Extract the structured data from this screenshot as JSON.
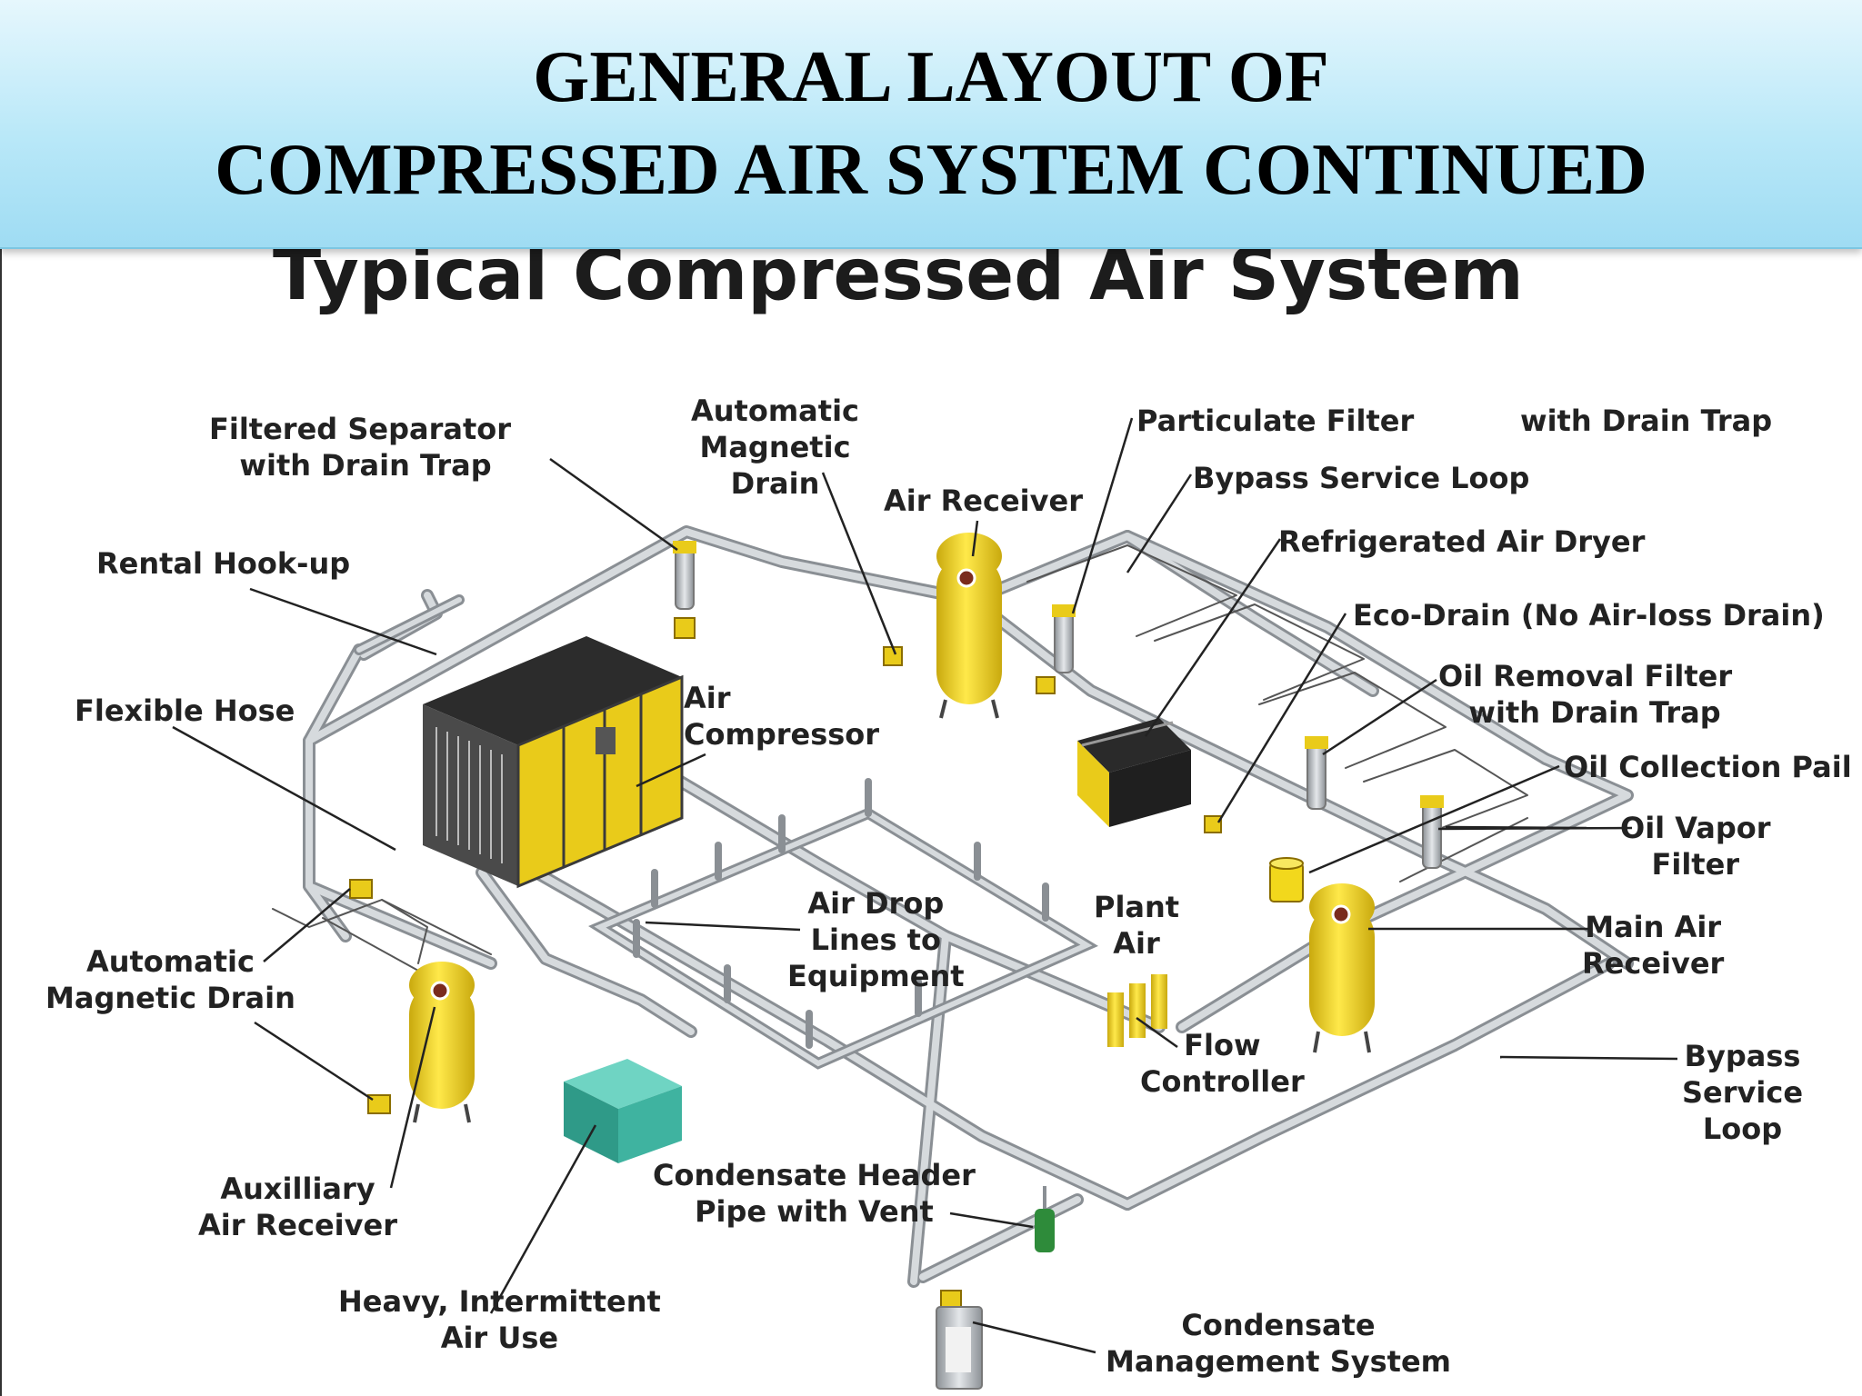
{
  "header": {
    "line1": "GENERAL LAYOUT OF",
    "line2": "COMPRESSED AIR SYSTEM CONTINUED"
  },
  "subtitle": "Typical Compressed Air System",
  "labels": {
    "filtered_separator": "Filtered Separator\n   with Drain Trap",
    "automatic_magnetic_drain_top": "Automatic\nMagnetic\nDrain",
    "air_receiver": "Air Receiver",
    "particulate_filter": "Particulate Filter",
    "with_drain_trap": "with Drain Trap",
    "bypass_service_loop_top": "Bypass Service Loop",
    "refrigerated_air_dryer": "Refrigerated Air Dryer",
    "eco_drain": "Eco-Drain (No Air-loss Drain)",
    "oil_removal_filter": "Oil Removal Filter\n   with Drain Trap",
    "oil_collection_pail": "Oil Collection Pail",
    "oil_vapor_filter": "Oil Vapor\nFilter",
    "main_air_receiver": "Main Air\nReceiver",
    "bypass_service_loop_right": "Bypass\nService\nLoop",
    "rental_hookup": "Rental Hook-up",
    "flexible_hose": "Flexible Hose",
    "air_compressor": "Air\nCompressor",
    "automatic_magnetic_drain_left": "Automatic\nMagnetic Drain",
    "air_drop_lines": "Air Drop\nLines to\nEquipment",
    "plant_air": "Plant\nAir",
    "flow_controller": "Flow\nController",
    "auxiliary_air_receiver": "Auxilliary\nAir Receiver",
    "condensate_header": "Condensate Header\nPipe with Vent",
    "heavy_intermittent": "Heavy, Intermittent\nAir Use",
    "condensate_management": "Condensate\nManagement System"
  },
  "colors": {
    "header_top": "#e6f7fd",
    "header_bottom": "#9fdcf3",
    "equipment_yellow": "#f2d81c",
    "compressor_body": "#3a3a3a",
    "pipe": "#c9cdd1",
    "heavy_use_box": "#3fb3a0",
    "condensate_vent": "#2e8b3a"
  }
}
